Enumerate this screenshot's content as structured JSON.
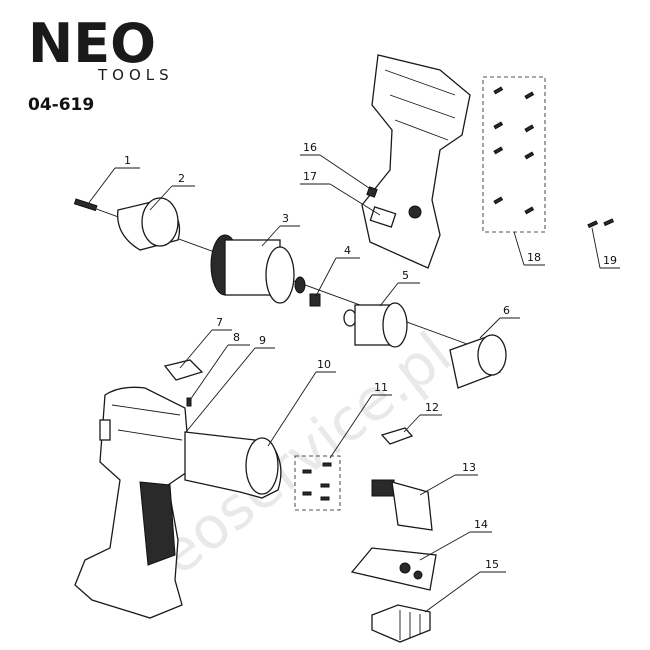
{
  "brand": {
    "name": "NEO",
    "sub": "TOOLS"
  },
  "model": "04-619",
  "watermark": "neoservice.pl",
  "callouts": [
    {
      "id": "c1",
      "label": "1"
    },
    {
      "id": "c2",
      "label": "2"
    },
    {
      "id": "c3",
      "label": "3"
    },
    {
      "id": "c4",
      "label": "4"
    },
    {
      "id": "c5",
      "label": "5"
    },
    {
      "id": "c6",
      "label": "6"
    },
    {
      "id": "c7",
      "label": "7"
    },
    {
      "id": "c8",
      "label": "8"
    },
    {
      "id": "c9",
      "label": "9"
    },
    {
      "id": "c10",
      "label": "10"
    },
    {
      "id": "c11",
      "label": "11"
    },
    {
      "id": "c12",
      "label": "12"
    },
    {
      "id": "c13",
      "label": "13"
    },
    {
      "id": "c14",
      "label": "14"
    },
    {
      "id": "c15",
      "label": "15"
    },
    {
      "id": "c16",
      "label": "16"
    },
    {
      "id": "c17",
      "label": "17"
    },
    {
      "id": "c18",
      "label": "18"
    },
    {
      "id": "c19",
      "label": "19"
    }
  ]
}
